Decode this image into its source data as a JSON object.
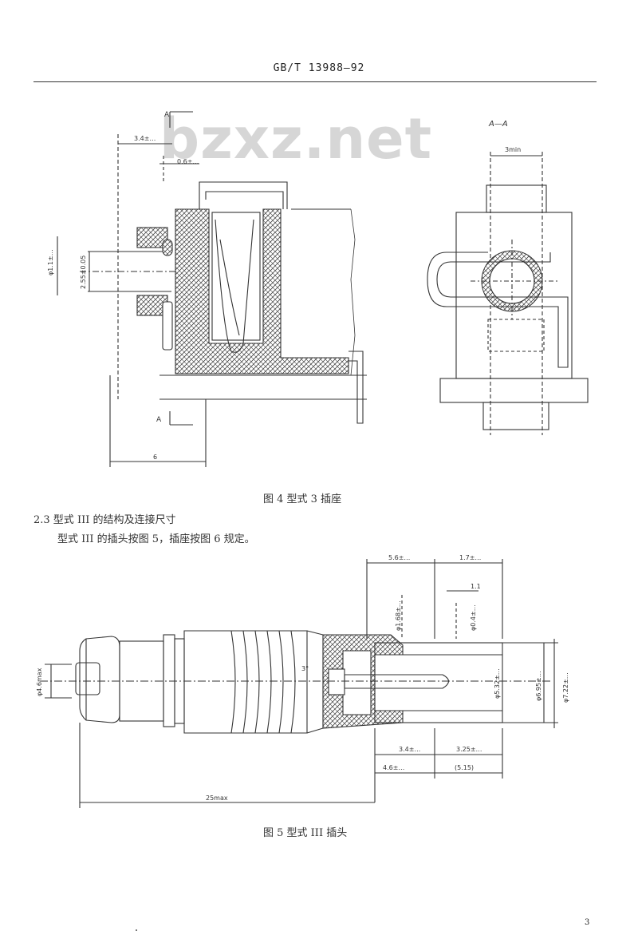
{
  "header": {
    "standard": "GB/T 13988—92"
  },
  "watermark": "bzxz.net",
  "figure4": {
    "caption": "图 4  型式 3 插座",
    "section_mark_top": "A",
    "section_mark_bottom": "A",
    "section_title": "A—A",
    "dims": {
      "d1": "3.4±…",
      "d2": "0.6±…",
      "d3": "φ1.1±…",
      "d4": "2.55±0.05",
      "d5": "6",
      "d6": "3min"
    }
  },
  "section": {
    "heading": "2.3  型式 III 的结构及连接尺寸",
    "text": "型式 III 的插头按图 5，插座按图 6 规定。"
  },
  "figure5": {
    "caption": "图 5  型式 III 插头",
    "dims": {
      "a1": "5.6±…",
      "a2": "1.7±…",
      "a3": "1.1",
      "a4": "φ1.68±…",
      "a5": "φ0.4±…",
      "a6": "φ4.6max",
      "a7": "φ5.32±…",
      "a8": "φ6.95±…",
      "a9": "φ7.22±…",
      "a10": "3.4±…",
      "a11": "3.25±…",
      "a12": "4.6±…",
      "a13": "(5.15)",
      "a14": "25max",
      "a15": "3°"
    }
  },
  "page_number": "3"
}
